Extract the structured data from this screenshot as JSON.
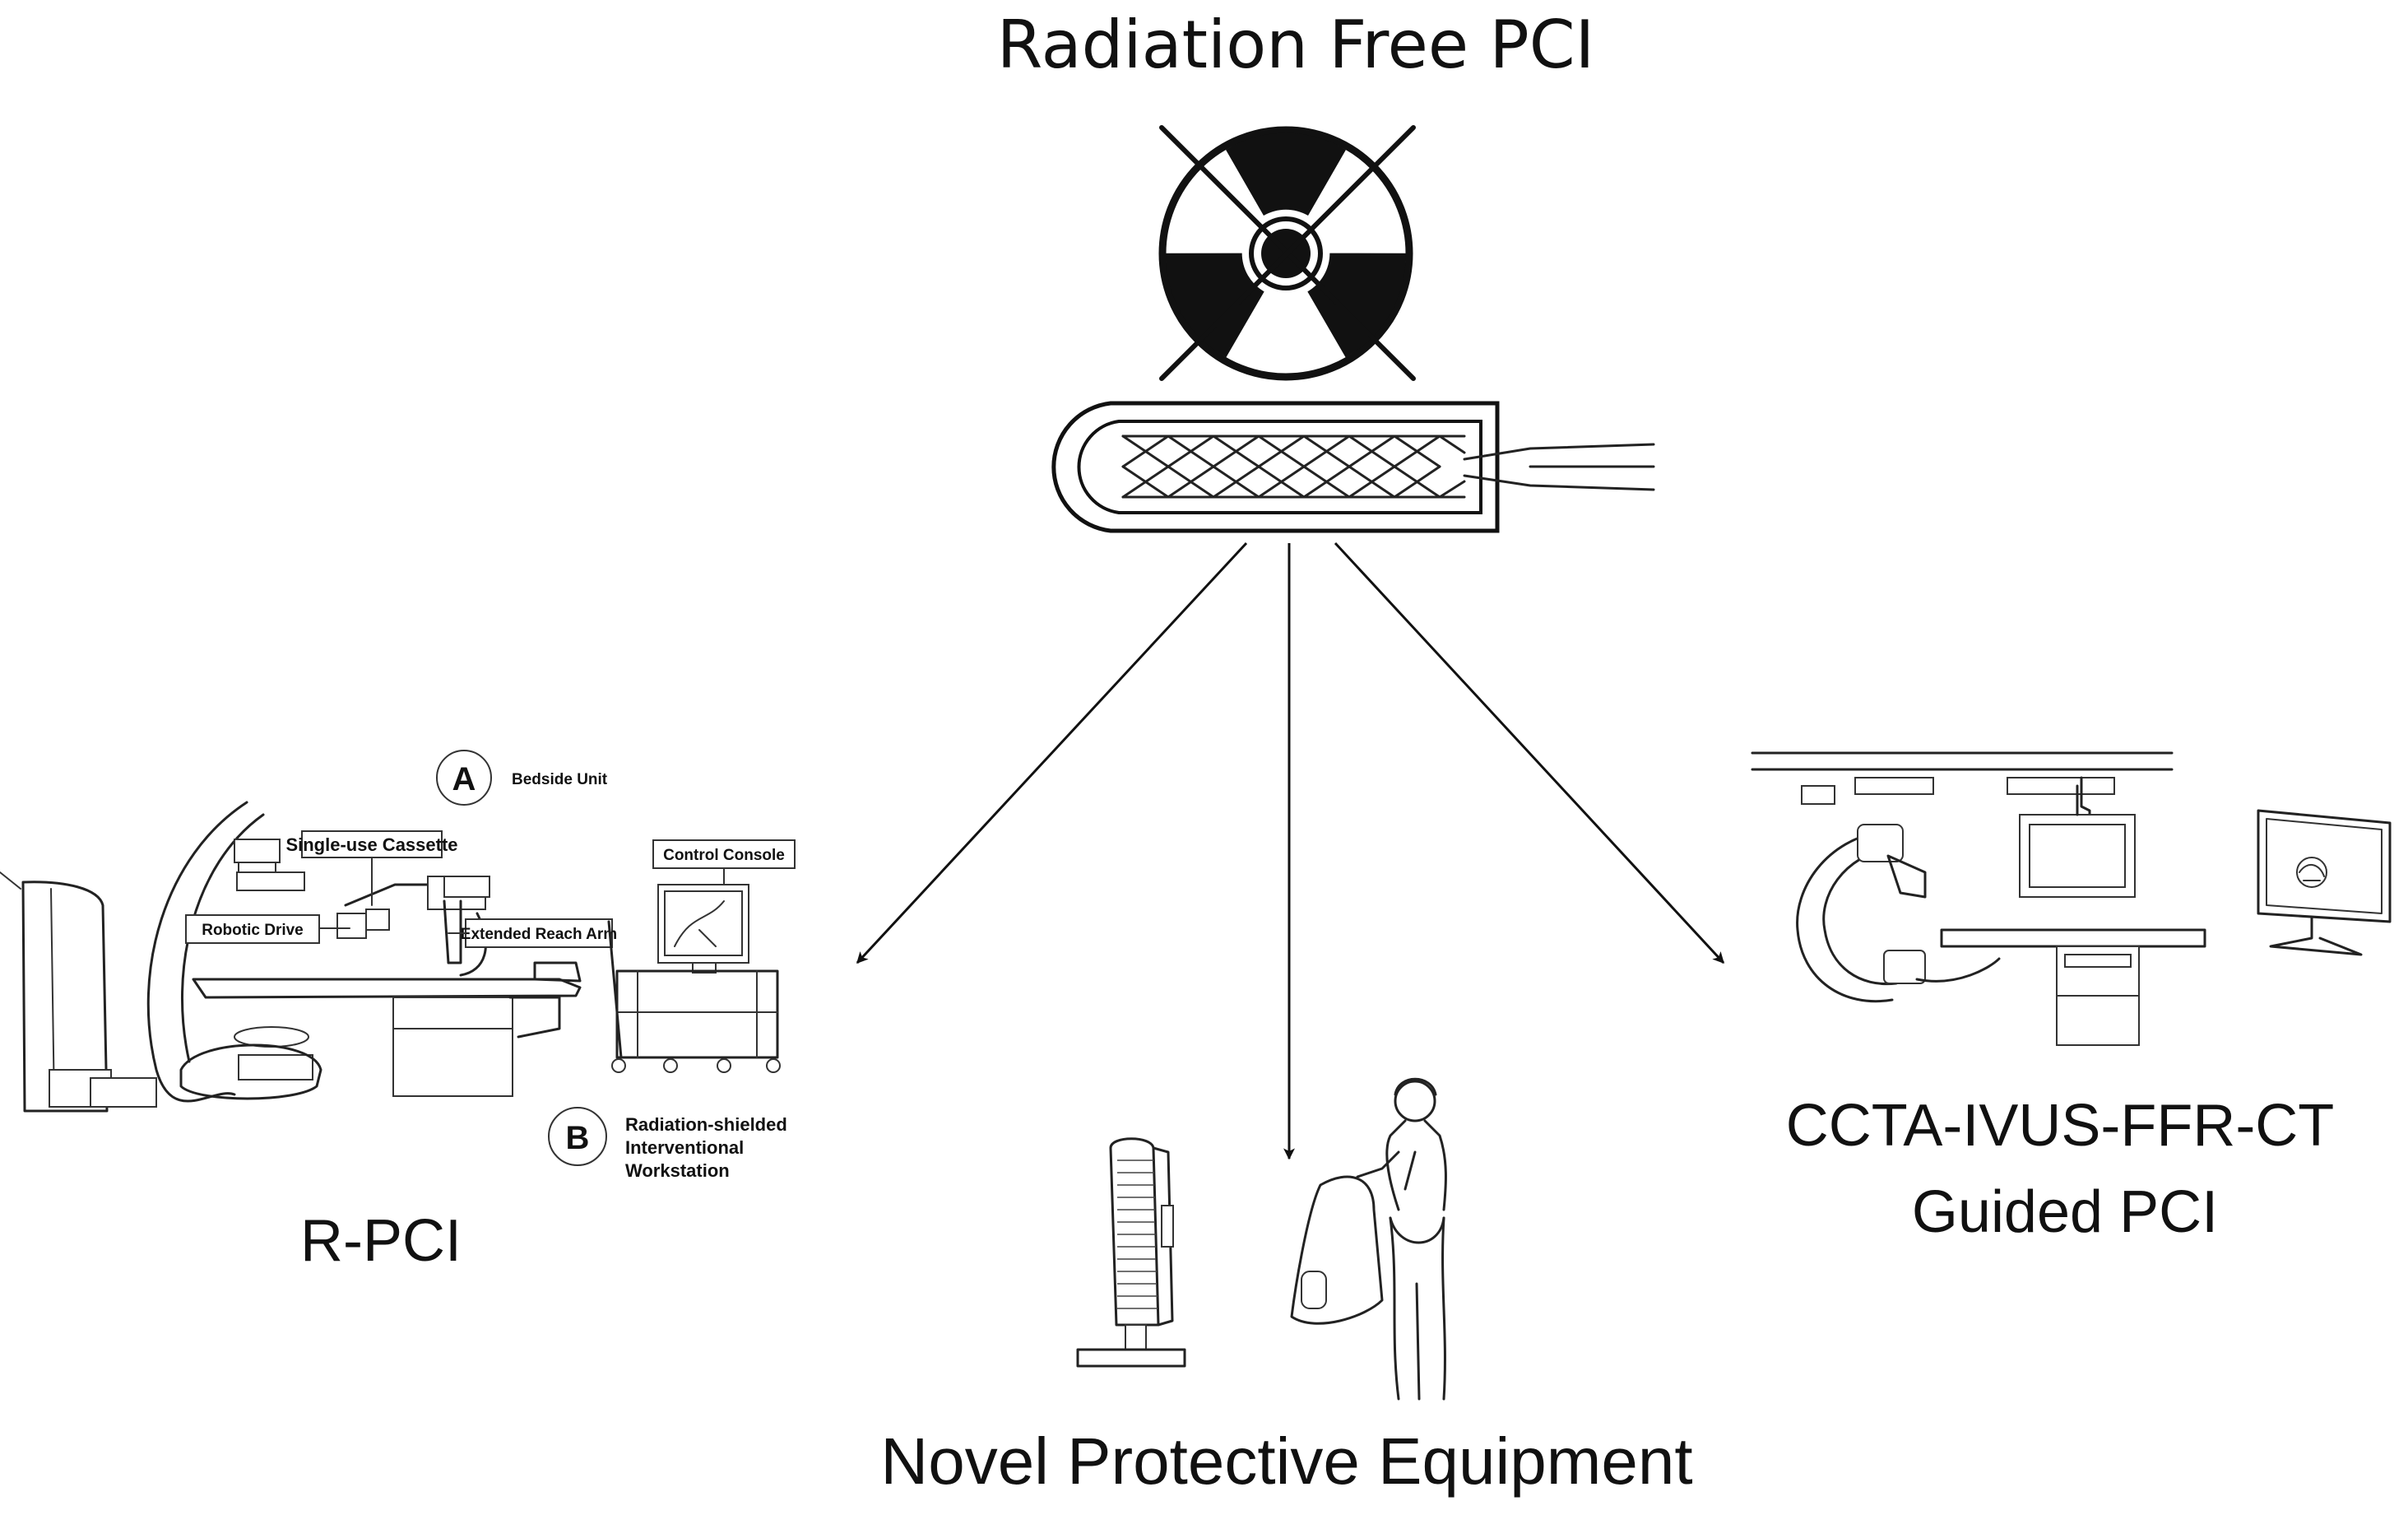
{
  "title": "Radiation Free PCI",
  "branches": {
    "left": {
      "label": "R-PCI",
      "callouts": {
        "a_badge": "A",
        "bedside_unit": "Bedside Unit",
        "single_use_cassette": "Single-use Cassette",
        "control_console": "Control Console",
        "robotic_drive": "Robotic Drive",
        "extended_reach_arm": "Extended Reach Arm",
        "b_badge": "B",
        "workstation_line1": "Radiation-shielded",
        "workstation_line2": "Interventional",
        "workstation_line3": "Workstation"
      }
    },
    "center": {
      "label": "Novel Protective Equipment"
    },
    "right": {
      "label_line1": "CCTA-IVUS-FFR-CT",
      "label_line2": "Guided PCI"
    }
  }
}
